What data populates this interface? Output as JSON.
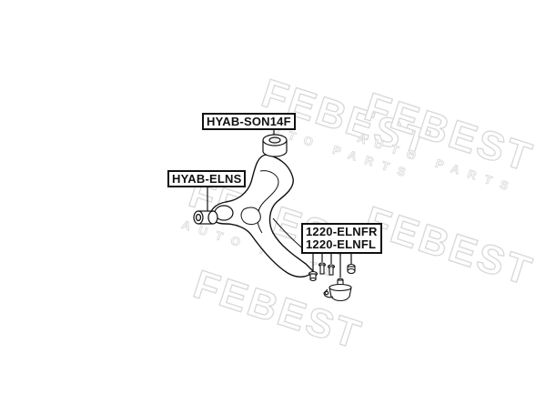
{
  "labels": {
    "bushing_top": "HYAB-SON14F",
    "bushing_left": "HYAB-ELNS",
    "ball_joint_right": "1220-ELNFR",
    "ball_joint_left": "1220-ELNFL"
  },
  "watermark": {
    "brand": "FEBEST",
    "sub": "AUTO PARTS"
  },
  "colors": {
    "line": "#111111",
    "watermark": "#d9d9d9",
    "label_border": "#111111"
  }
}
